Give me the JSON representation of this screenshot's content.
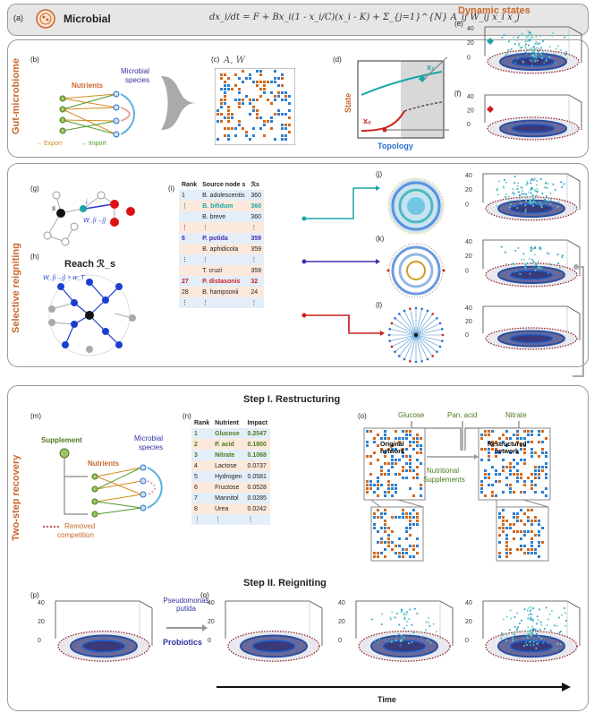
{
  "header": {
    "label": "(a)",
    "title": "Microbial",
    "equation": "dx_i/dt = F + Bx_i(1 - x_i/C)(x_i - K) + Σ_{j=1}^{N} A_ij W_ij x_i x_j"
  },
  "dynamic_states": {
    "title": "Dynamic states"
  },
  "sections": {
    "gut": "Gut-microbiome",
    "reign": "Selective reigniting",
    "twostep": "Two-step recovery"
  },
  "panel_labels": {
    "b": "(b)",
    "c": "(c)",
    "d": "(d)",
    "e": "(e)",
    "f": "(f)",
    "g": "(g)",
    "h": "(h)",
    "i": "(i)",
    "j": "(j)",
    "k": "(k)",
    "l": "(l)",
    "m": "(m)",
    "n": "(n)",
    "o": "(o)",
    "p": "(p)",
    "q": "(q)"
  },
  "panel_b": {
    "nutrients": "Nutrients",
    "microbial": "Microbial",
    "species": "species",
    "export": "Export",
    "import": "Import"
  },
  "panel_c": {
    "title": "A, W"
  },
  "panel_d": {
    "xlabel": "Topology",
    "ylabel": "State",
    "x1": "x₁",
    "x0": "x₀"
  },
  "axis_ticks": [
    "40",
    "20",
    "0"
  ],
  "panel_g": {
    "s": "s",
    "i": "i",
    "w": "W_{i→j}"
  },
  "panel_h": {
    "title": "Reach ℛ_s",
    "rule": "W_{i→j} > w_T"
  },
  "table_i": {
    "headers": [
      "Rank",
      "Source node s",
      "ℛs"
    ],
    "rows": [
      [
        "1",
        "B. adolescentis",
        "360"
      ],
      [
        "⋮",
        "B. bifidum",
        "360"
      ],
      [
        "",
        "B. breve",
        "360"
      ],
      [
        "⋮",
        "⋮",
        "⋮"
      ],
      [
        "6",
        "P. putida",
        "359"
      ],
      [
        "",
        "B. aphidicola",
        "359"
      ],
      [
        "⋮",
        "⋮",
        "⋮"
      ],
      [
        "",
        "T. cruzi",
        "359"
      ],
      [
        "27",
        "P. distasonis",
        "32"
      ],
      [
        "28",
        "B. hampsonii",
        "24"
      ],
      [
        "⋮",
        "⋮",
        "⋮"
      ]
    ]
  },
  "step1": "Step I. Restructuring",
  "step2": "Step II. Reigniting",
  "panel_m": {
    "supplement": "Supplement",
    "nutrients": "Nutrients",
    "microbial": "Microbial",
    "species": "species",
    "removed": "Removed",
    "competition": "competition"
  },
  "table_n": {
    "headers": [
      "Rank",
      "Nutrient",
      "Impact"
    ],
    "rows": [
      [
        "1",
        "Glucose",
        "0.2547"
      ],
      [
        "2",
        "P. acid",
        "0.1800"
      ],
      [
        "3",
        "Nitrate",
        "0.1068"
      ],
      [
        "4",
        "Lactose",
        "0.0737"
      ],
      [
        "5",
        "Hydrogen",
        "0.0581"
      ],
      [
        "6",
        "Fructose",
        "0.0528"
      ],
      [
        "7",
        "Mannitol",
        "0.0285"
      ],
      [
        "8",
        "Urea",
        "0.0242"
      ],
      [
        "⋮",
        "⋮",
        "⋮"
      ]
    ]
  },
  "panel_o": {
    "glucose": "Glucose",
    "panacid": "Pan. acid",
    "nitrate": "Nitrate",
    "original1": "Original",
    "original2": "network",
    "restructured1": "Restructured",
    "restructured2": "network",
    "nutritional1": "Nutritional",
    "nutritional2": "Supplements"
  },
  "panel_p": {
    "pseudomonas1": "Pseudomonas",
    "pseudomonas2": "putida",
    "probiotics": "Probiotics"
  },
  "time_label": "Time",
  "colors": {
    "accent": "#c9672a",
    "teal": "#1aa6a6",
    "purple": "#4b2bb0",
    "red": "#cc2020",
    "green": "#4d7a1e",
    "blue": "#2a6fd0"
  }
}
